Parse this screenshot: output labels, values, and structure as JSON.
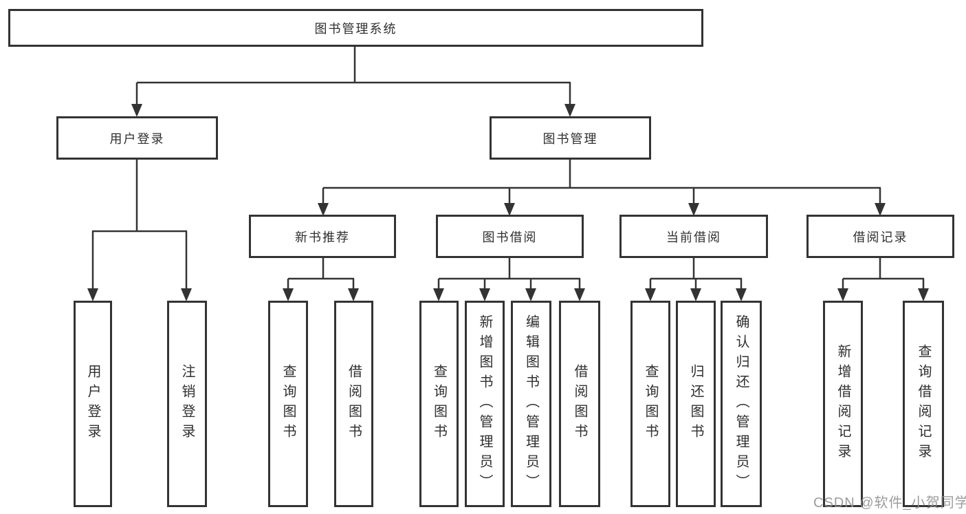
{
  "tree": {
    "label": "图书管理系统",
    "children": [
      {
        "label": "用户登录",
        "children": [
          {
            "label": "用户登录"
          },
          {
            "label": "注销登录"
          }
        ]
      },
      {
        "label": "图书管理",
        "children": [
          {
            "label": "新书推荐",
            "children": [
              {
                "label": "查询图书"
              },
              {
                "label": "借阅图书"
              }
            ]
          },
          {
            "label": "图书借阅",
            "children": [
              {
                "label": "查询图书"
              },
              {
                "label": "新增图书（管理员）"
              },
              {
                "label": "编辑图书（管理员）"
              },
              {
                "label": "借阅图书"
              }
            ]
          },
          {
            "label": "当前借阅",
            "children": [
              {
                "label": "查询图书"
              },
              {
                "label": "归还图书"
              },
              {
                "label": "确认归还（管理员）"
              }
            ]
          },
          {
            "label": "借阅记录",
            "children": [
              {
                "label": "新增借阅记录"
              },
              {
                "label": "查询借阅记录"
              }
            ]
          }
        ]
      }
    ]
  },
  "watermark": {
    "text": "CSDN @软件_小贺同学"
  },
  "colors": {
    "line": "#333333",
    "box_border": "#333333",
    "box_background": "#ffffff",
    "text": "#2f2f2f",
    "watermark": "#919191"
  }
}
